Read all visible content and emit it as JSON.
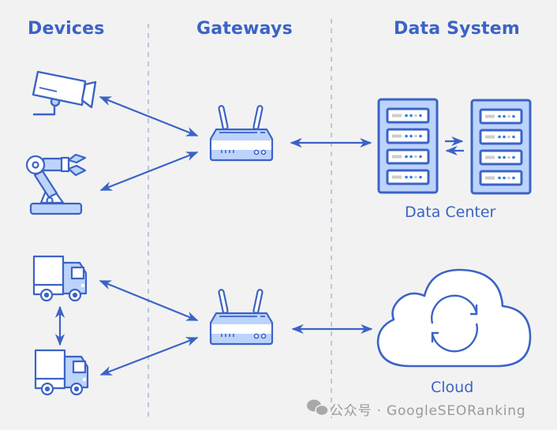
{
  "columns": {
    "devices": "Devices",
    "gateways": "Gateways",
    "data_system": "Data System"
  },
  "nodes": {
    "devices": [
      {
        "id": "camera",
        "icon": "security-camera-icon"
      },
      {
        "id": "robot-arm",
        "icon": "robot-arm-icon"
      },
      {
        "id": "truck-1",
        "icon": "truck-icon"
      },
      {
        "id": "truck-2",
        "icon": "truck-icon"
      }
    ],
    "gateways": [
      {
        "id": "router-1",
        "icon": "router-icon"
      },
      {
        "id": "router-2",
        "icon": "router-icon"
      }
    ],
    "data_system": [
      {
        "id": "data-center",
        "icon": "server-rack-icon",
        "label": "Data Center"
      },
      {
        "id": "cloud",
        "icon": "cloud-sync-icon",
        "label": "Cloud"
      }
    ]
  },
  "connections": [
    {
      "from": "camera",
      "to": "router-1",
      "type": "bidirectional"
    },
    {
      "from": "robot-arm",
      "to": "router-1",
      "type": "bidirectional"
    },
    {
      "from": "truck-1",
      "to": "router-2",
      "type": "bidirectional"
    },
    {
      "from": "truck-2",
      "to": "router-2",
      "type": "bidirectional"
    },
    {
      "from": "truck-1",
      "to": "truck-2",
      "type": "bidirectional"
    },
    {
      "from": "router-1",
      "to": "data-center",
      "type": "bidirectional"
    },
    {
      "from": "router-2",
      "to": "cloud",
      "type": "bidirectional"
    },
    {
      "from": "server-rack-1",
      "to": "server-rack-2",
      "type": "exchange"
    }
  ],
  "watermark": {
    "icon": "wechat-icon",
    "text": "公众号 · GoogleSEORanking"
  },
  "colors": {
    "primary": "#3b63c6",
    "fill_light": "#bcd3fb",
    "background": "#f2f2f2",
    "divider": "#9bb0de",
    "watermark": "#9a9a9a"
  }
}
